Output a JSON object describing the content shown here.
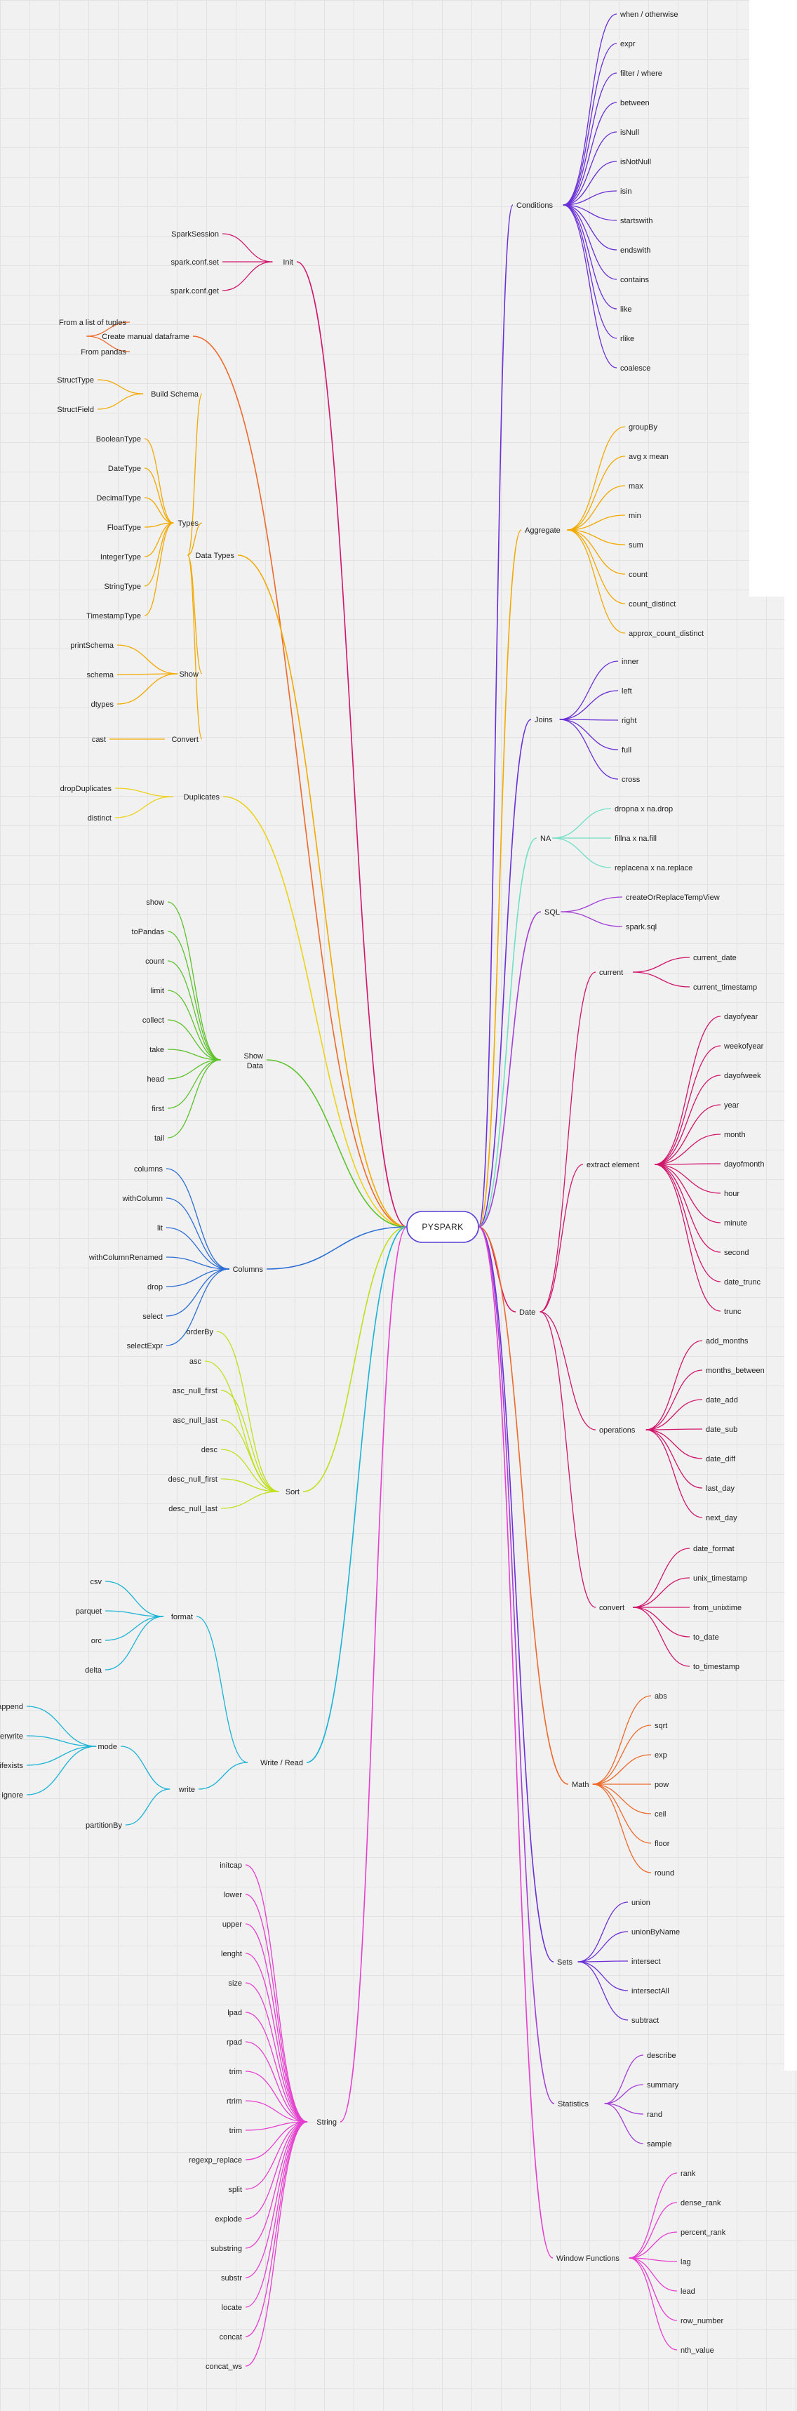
{
  "root": {
    "label": "PYSPARK",
    "color": "#5a3fd6"
  },
  "branches": [
    {
      "label": "Init",
      "color": "#d0166b",
      "children": [
        {
          "label": "SparkSession"
        },
        {
          "label": "spark.conf.set"
        },
        {
          "label": "spark.conf.get"
        }
      ]
    },
    {
      "label": "Create manual dataframe",
      "color": "#ec6a2a",
      "children": [
        {
          "label": "From a list of tuples"
        },
        {
          "label": "From pandas"
        }
      ]
    },
    {
      "label": "Data Types",
      "color": "#f2a900",
      "children": [
        {
          "label": "Build Schema",
          "children": [
            {
              "label": "StructType"
            },
            {
              "label": "StructField"
            }
          ]
        },
        {
          "label": "Types",
          "children": [
            {
              "label": "BooleanType"
            },
            {
              "label": "DateType"
            },
            {
              "label": "DecimalType"
            },
            {
              "label": "FloatType"
            },
            {
              "label": "IntegerType"
            },
            {
              "label": "StringType"
            },
            {
              "label": "TimestampType"
            }
          ]
        },
        {
          "label": "Show",
          "children": [
            {
              "label": "printSchema"
            },
            {
              "label": "schema"
            },
            {
              "label": "dtypes"
            }
          ]
        },
        {
          "label": "Convert",
          "children": [
            {
              "label": "cast"
            }
          ]
        }
      ]
    },
    {
      "label": "Duplicates",
      "color": "#ecd21a",
      "children": [
        {
          "label": "dropDuplicates"
        },
        {
          "label": "distinct"
        }
      ]
    },
    {
      "label": "Show Data",
      "color": "#5cc22a",
      "children": [
        {
          "label": "show"
        },
        {
          "label": "toPandas"
        },
        {
          "label": "count"
        },
        {
          "label": "limit"
        },
        {
          "label": "collect"
        },
        {
          "label": "take"
        },
        {
          "label": "head"
        },
        {
          "label": "first"
        },
        {
          "label": "tail"
        }
      ]
    },
    {
      "label": "Columns",
      "color": "#2d6fd4",
      "children": [
        {
          "label": "columns"
        },
        {
          "label": "withColumn"
        },
        {
          "label": "lit"
        },
        {
          "label": "withColumnRenamed"
        },
        {
          "label": "drop"
        },
        {
          "label": "select"
        },
        {
          "label": "selectExpr"
        }
      ]
    },
    {
      "label": "Sort",
      "color": "#bfe01a",
      "children": [
        {
          "label": "orderBy"
        },
        {
          "label": "asc"
        },
        {
          "label": "asc_null_first"
        },
        {
          "label": "asc_null_last"
        },
        {
          "label": "desc"
        },
        {
          "label": "desc_null_first"
        },
        {
          "label": "desc_null_last"
        }
      ]
    },
    {
      "label": "Write / Read",
      "color": "#1ab3d6",
      "children": [
        {
          "label": "format",
          "children": [
            {
              "label": "csv"
            },
            {
              "label": "parquet"
            },
            {
              "label": "orc"
            },
            {
              "label": "delta"
            }
          ]
        },
        {
          "label": "write",
          "children": [
            {
              "label": "mode",
              "children": [
                {
                  "label": "append"
                },
                {
                  "label": "overwrite"
                },
                {
                  "label": "errorifexists"
                },
                {
                  "label": "ignore"
                }
              ]
            },
            {
              "label": "partitionBy"
            }
          ]
        }
      ]
    },
    {
      "label": "String",
      "color": "#e63fd0",
      "children": [
        {
          "label": "initcap"
        },
        {
          "label": "lower"
        },
        {
          "label": "upper"
        },
        {
          "label": "lenght"
        },
        {
          "label": "size"
        },
        {
          "label": "lpad"
        },
        {
          "label": "rpad"
        },
        {
          "label": "trim"
        },
        {
          "label": "rtrim"
        },
        {
          "label": "trim"
        },
        {
          "label": "regexp_replace"
        },
        {
          "label": "split"
        },
        {
          "label": "explode"
        },
        {
          "label": "substring"
        },
        {
          "label": "substr"
        },
        {
          "label": "locate"
        },
        {
          "label": "concat"
        },
        {
          "label": "concat_ws"
        }
      ]
    },
    {
      "label": "Conditions",
      "color": "#6a2fd6",
      "children": [
        {
          "label": "when / otherwise"
        },
        {
          "label": "expr"
        },
        {
          "label": "filter / where"
        },
        {
          "label": "between"
        },
        {
          "label": "isNull"
        },
        {
          "label": "isNotNull"
        },
        {
          "label": "isin"
        },
        {
          "label": "startswith"
        },
        {
          "label": "endswith"
        },
        {
          "label": "contains"
        },
        {
          "label": "like"
        },
        {
          "label": "rlike"
        },
        {
          "label": "coalesce"
        }
      ]
    },
    {
      "label": "Aggregate",
      "color": "#f2a900",
      "children": [
        {
          "label": "groupBy"
        },
        {
          "label": "avg x mean"
        },
        {
          "label": "max"
        },
        {
          "label": "min"
        },
        {
          "label": "sum"
        },
        {
          "label": "count"
        },
        {
          "label": "count_distinct"
        },
        {
          "label": "approx_count_distinct"
        }
      ]
    },
    {
      "label": "Joins",
      "color": "#6a2fd6",
      "children": [
        {
          "label": "inner"
        },
        {
          "label": "left"
        },
        {
          "label": "right"
        },
        {
          "label": "full"
        },
        {
          "label": "cross"
        }
      ]
    },
    {
      "label": "NA",
      "color": "#6fe0c4",
      "children": [
        {
          "label": "dropna x na.drop"
        },
        {
          "label": "fillna x na.fill"
        },
        {
          "label": "replacena x na.replace"
        }
      ]
    },
    {
      "label": "SQL",
      "color": "#a23fd6",
      "children": [
        {
          "label": "createOrReplaceTempView"
        },
        {
          "label": "spark.sql"
        }
      ]
    },
    {
      "label": "Date",
      "color": "#d0166b",
      "children": [
        {
          "label": "current",
          "children": [
            {
              "label": "current_date"
            },
            {
              "label": "current_timestamp"
            }
          ]
        },
        {
          "label": "extract element",
          "children": [
            {
              "label": "dayofyear"
            },
            {
              "label": "weekofyear"
            },
            {
              "label": "dayofweek"
            },
            {
              "label": "year"
            },
            {
              "label": "month"
            },
            {
              "label": "dayofmonth"
            },
            {
              "label": "hour"
            },
            {
              "label": "minute"
            },
            {
              "label": "second"
            },
            {
              "label": "date_trunc"
            },
            {
              "label": "trunc"
            }
          ]
        },
        {
          "label": "operations",
          "children": [
            {
              "label": "add_months"
            },
            {
              "label": "months_between"
            },
            {
              "label": "date_add"
            },
            {
              "label": "date_sub"
            },
            {
              "label": "date_diff"
            },
            {
              "label": "last_day"
            },
            {
              "label": "next_day"
            }
          ]
        },
        {
          "label": "convert",
          "children": [
            {
              "label": "date_format"
            },
            {
              "label": "unix_timestamp"
            },
            {
              "label": "from_unixtime"
            },
            {
              "label": "to_date"
            },
            {
              "label": "to_timestamp"
            }
          ]
        }
      ]
    },
    {
      "label": "Math",
      "color": "#ec6a2a",
      "children": [
        {
          "label": "abs"
        },
        {
          "label": "sqrt"
        },
        {
          "label": "exp"
        },
        {
          "label": "pow"
        },
        {
          "label": "ceil"
        },
        {
          "label": "floor"
        },
        {
          "label": "round"
        }
      ]
    },
    {
      "label": "Sets",
      "color": "#6a2fd6",
      "children": [
        {
          "label": "union"
        },
        {
          "label": "unionByName"
        },
        {
          "label": "intersect"
        },
        {
          "label": "intersectAll"
        },
        {
          "label": "subtract"
        }
      ]
    },
    {
      "label": "Statistics",
      "color": "#a23fd6",
      "children": [
        {
          "label": "describe"
        },
        {
          "label": "summary"
        },
        {
          "label": "rand"
        },
        {
          "label": "sample"
        }
      ]
    },
    {
      "label": "Window Functions",
      "color": "#e63fd0",
      "children": [
        {
          "label": "rank"
        },
        {
          "label": "dense_rank"
        },
        {
          "label": "percent_rank"
        },
        {
          "label": "lag"
        },
        {
          "label": "lead"
        },
        {
          "label": "row_number"
        },
        {
          "label": "nth_value"
        }
      ]
    }
  ]
}
